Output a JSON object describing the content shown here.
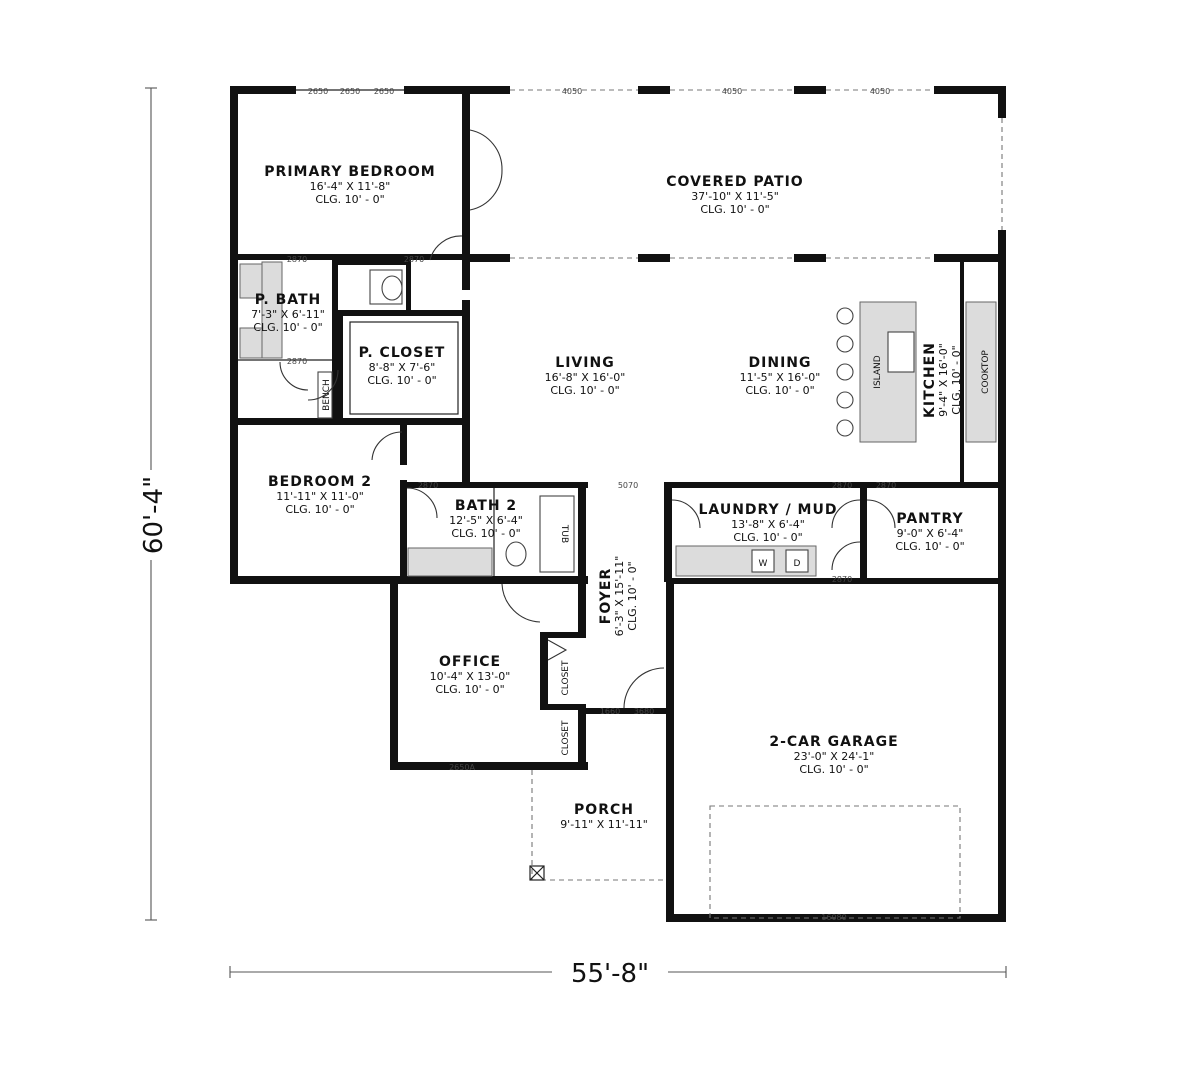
{
  "dimensions": {
    "width": "55'-8\"",
    "depth": "60'-4\""
  },
  "rooms": {
    "primary_bedroom": {
      "name": "PRIMARY BEDROOM",
      "size": "16'-4\" X 11'-8\"",
      "clg": "CLG. 10' - 0\""
    },
    "covered_patio": {
      "name": "COVERED PATIO",
      "size": "37'-10\" X 11'-5\"",
      "clg": "CLG. 10' - 0\""
    },
    "p_bath": {
      "name": "P. BATH",
      "size": "7'-3\" X 6'-11\"",
      "clg": "CLG. 10' - 0\""
    },
    "p_closet": {
      "name": "P. CLOSET",
      "size": "8'-8\" X 7'-6\"",
      "clg": "CLG. 10' - 0\""
    },
    "living": {
      "name": "LIVING",
      "size": "16'-8\" X 16'-0\"",
      "clg": "CLG. 10' - 0\""
    },
    "dining": {
      "name": "DINING",
      "size": "11'-5\" X 16'-0\"",
      "clg": "CLG. 10' - 0\""
    },
    "kitchen": {
      "name": "KITCHEN",
      "size": "9'-4\" X 16'-0\"",
      "clg": "CLG. 10' - 0\""
    },
    "bedroom_2": {
      "name": "BEDROOM 2",
      "size": "11'-11\" X 11'-0\"",
      "clg": "CLG. 10' - 0\""
    },
    "bath_2": {
      "name": "BATH 2",
      "size": "12'-5\" X 6'-4\"",
      "clg": "CLG. 10' - 0\""
    },
    "laundry_mud": {
      "name": "LAUNDRY / MUD",
      "size": "13'-8\" X 6'-4\"",
      "clg": "CLG. 10' - 0\""
    },
    "pantry": {
      "name": "PANTRY",
      "size": "9'-0\" X 6'-4\"",
      "clg": "CLG. 10' - 0\""
    },
    "foyer": {
      "name": "FOYER",
      "size": "6'-3\" X 15'-11\"",
      "clg": "CLG. 10' - 0\""
    },
    "office": {
      "name": "OFFICE",
      "size": "10'-4\" X 13'-0\"",
      "clg": "CLG. 10' - 0\""
    },
    "porch": {
      "name": "PORCH",
      "size": "9'-11\" X 11'-11\""
    },
    "garage": {
      "name": "2-CAR GARAGE",
      "size": "23'-0\" X 24'-1\"",
      "clg": "CLG. 10' - 0\""
    }
  },
  "fixtures": {
    "bench": "BENCH",
    "island": "ISLAND",
    "cooktop": "COOKTOP",
    "tub": "TUB",
    "washer": "W",
    "dryer": "D",
    "closet": "CLOSET"
  },
  "tags": {
    "w_2650": "2650",
    "w_2680": "2680",
    "w_2650a": "2650A",
    "w_4050": "4050",
    "d_2870": "2870",
    "d_3070": "3070",
    "d_4070": "4070",
    "d_5070": "5070",
    "d_1660": "1660",
    "d_3680": "3680",
    "g_1608": "16080"
  },
  "colors": {
    "wall": "#111111",
    "fixture_fill": "#dcdcdc",
    "background": "#ffffff"
  }
}
